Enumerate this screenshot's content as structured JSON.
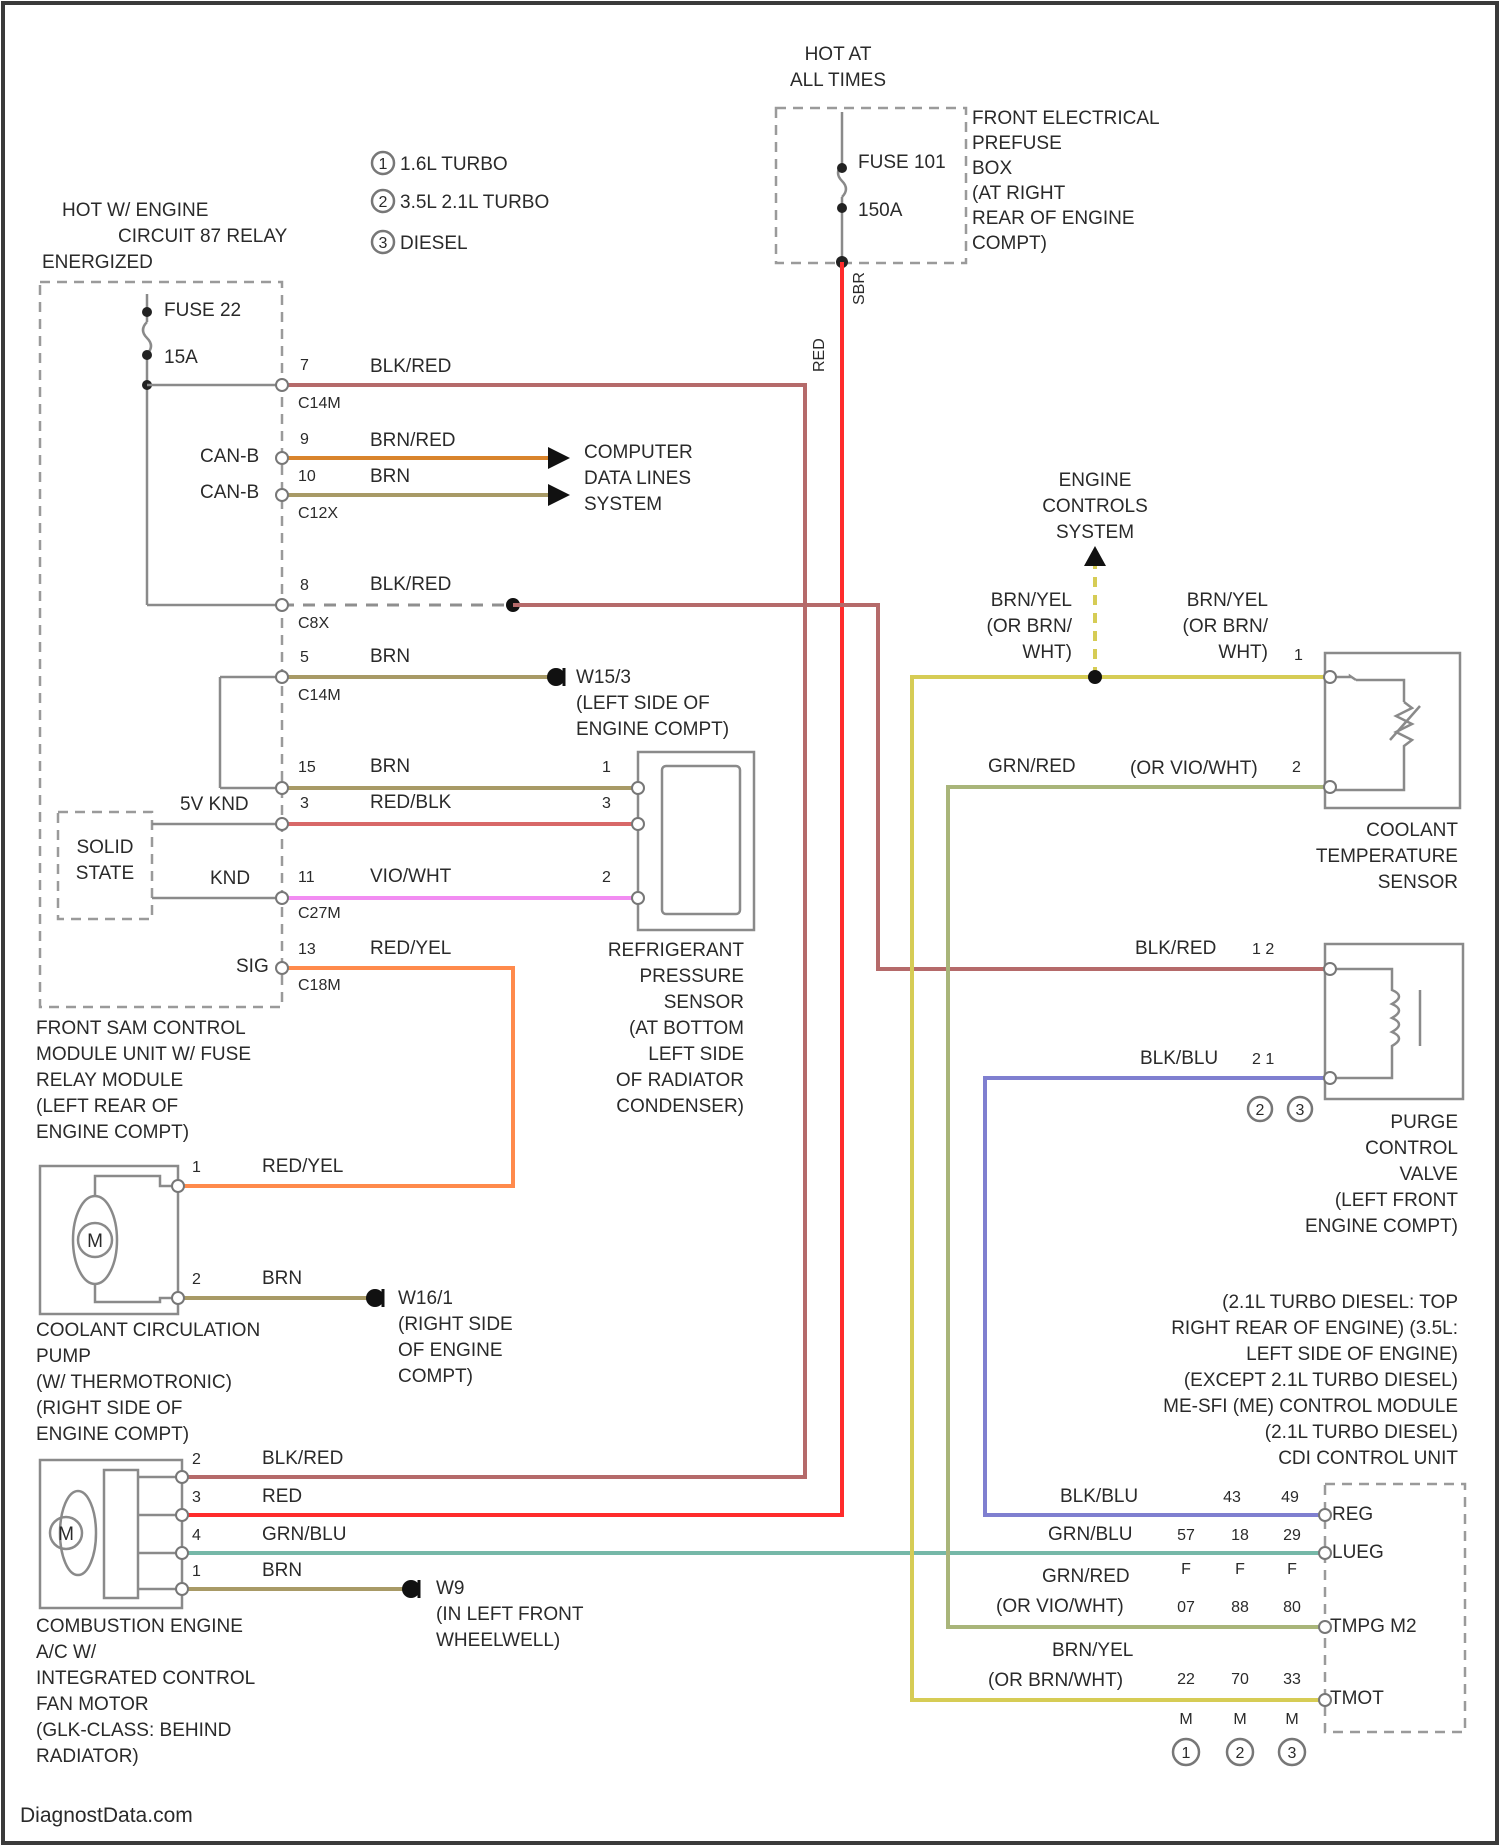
{
  "wire_colors": {
    "blk_red": "#b56a6a",
    "red": "#ff2b2b",
    "brn_red": "#d9842c",
    "brn": "#a89a66",
    "red_blk": "#d86868",
    "vio_wht": "#f28cf2",
    "red_yel": "#ff8a4c",
    "brn_yel": "#d6cc55",
    "grn_red": "#a9b57a",
    "blk_blu": "#7f7fd0",
    "grn_blu": "#76b8a8",
    "gray": "#8f8f8f"
  },
  "header": {
    "hot_at_all_times": [
      "HOT AT",
      "ALL TIMES"
    ],
    "legend": [
      "1.6L TURBO",
      "3.5L 2.1L TURBO",
      "DIESEL"
    ],
    "legend_symbols": [
      "1",
      "2",
      "3"
    ]
  },
  "sam": {
    "hot_label": [
      "HOT W/ ENGINE",
      "CIRCUIT 87 RELAY",
      "ENERGIZED"
    ],
    "fuse_name": "FUSE 22",
    "fuse_rating": "15A",
    "can_b_1": "CAN-B",
    "can_b_2": "CAN-B",
    "v5_knd": "5V KND",
    "knd": "KND",
    "sig": "SIG",
    "solid_state": [
      "SOLID",
      "STATE"
    ],
    "caption": [
      "FRONT SAM CONTROL",
      "MODULE UNIT W/ FUSE",
      "RELAY MODULE",
      "(LEFT REAR OF",
      "ENGINE COMPT)"
    ]
  },
  "prefuse": {
    "fuse_name": "FUSE 101",
    "fuse_rating": "150A",
    "caption": [
      "FRONT ELECTRICAL",
      "PREFUSE",
      "BOX",
      "(AT RIGHT",
      "REAR OF ENGINE",
      "COMPT)"
    ],
    "wire_label": "RED",
    "connector": "SBR"
  },
  "sam_wires": {
    "pin7": "7",
    "w7": "BLK/RED",
    "c1": "C14M",
    "pin9": "9",
    "w9": "BRN/RED",
    "pin10": "10",
    "w10": "BRN",
    "c2": "C12X",
    "pin8": "8",
    "w8": "BLK/RED",
    "c3": "C8X",
    "pin5": "5",
    "w5": "BRN",
    "c4": "C14M",
    "pin15": "15",
    "w15": "BRN",
    "pin3": "3",
    "w3": "RED/BLK",
    "pin11": "11",
    "w11": "VIO/WHT",
    "c5": "C27M",
    "pin13": "13",
    "w13": "RED/YEL",
    "c6": "C18M"
  },
  "data_lines": [
    "COMPUTER",
    "DATA LINES",
    "SYSTEM"
  ],
  "ground1": [
    "W15/3",
    "(LEFT SIDE OF",
    "ENGINE COMPT)"
  ],
  "refrigerant": {
    "pin1": "1",
    "pin3": "3",
    "pin2": "2",
    "caption": [
      "REFRIGERANT",
      "PRESSURE",
      "SENSOR",
      "(AT BOTTOM",
      "LEFT SIDE",
      "OF RADIATOR",
      "CONDENSER)"
    ]
  },
  "ecs": [
    "ENGINE",
    "CONTROLS",
    "SYSTEM"
  ],
  "coolant_sensor": {
    "w_left": [
      "BRN/YEL",
      "(OR BRN/",
      "WHT)"
    ],
    "w_right": [
      "BRN/YEL",
      "(OR BRN/",
      "WHT)"
    ],
    "pin1": "1",
    "w2": "GRN/RED",
    "w2_alt": "(OR VIO/WHT)",
    "pin2": "2",
    "caption": [
      "COOLANT",
      "TEMPERATURE",
      "SENSOR"
    ]
  },
  "purge": {
    "w1": "BLK/RED",
    "w1_pins": "1   2",
    "w2": "BLK/BLU",
    "w2_pins": "2   1",
    "caption": [
      "PURGE",
      "CONTROL",
      "VALVE",
      "(LEFT FRONT",
      "ENGINE COMPT)"
    ]
  },
  "pump": {
    "pin1": "1",
    "w1": "RED/YEL",
    "pin2": "2",
    "w2": "BRN",
    "motor": "M",
    "ground": [
      "W16/1",
      "(RIGHT SIDE",
      "OF ENGINE",
      "COMPT)"
    ],
    "caption": [
      "COOLANT CIRCULATION",
      "PUMP",
      "(W/ THERMOTRONIC)",
      "(RIGHT SIDE OF",
      "ENGINE COMPT)"
    ]
  },
  "fan": {
    "pin2": "2",
    "w2": "BLK/RED",
    "pin3": "3",
    "w3": "RED",
    "pin4": "4",
    "w4": "GRN/BLU",
    "pin1": "1",
    "w1": "BRN",
    "motor": "M",
    "ground": [
      "W9",
      "(IN LEFT FRONT",
      "WHEELWELL)"
    ],
    "caption": [
      "COMBUSTION ENGINE",
      "A/C W/",
      "INTEGRATED CONTROL",
      "FAN MOTOR",
      "(GLK-CLASS: BEHIND",
      "RADIATOR)"
    ]
  },
  "ecm": {
    "caption": [
      "(2.1L TURBO DIESEL: TOP",
      "RIGHT REAR OF ENGINE) (3.5L:",
      "LEFT SIDE OF ENGINE)",
      "(EXCEPT 2.1L TURBO DIESEL)",
      "ME-SFI (ME) CONTROL MODULE",
      "(2.1L TURBO DIESEL)",
      "CDI CONTROL UNIT"
    ],
    "row1_wire": "BLK/BLU",
    "row1_pins": [
      "43",
      "49"
    ],
    "row1_sig": "REG",
    "row2_wire": "GRN/BLU",
    "row2_pins": [
      "57",
      "18",
      "29"
    ],
    "row2_sig": "LUEG",
    "row3_wire": [
      "GRN/RED",
      "(OR VIO/WHT)"
    ],
    "row3_pins_top": [
      "F",
      "F",
      "F"
    ],
    "row3_pins": [
      "07",
      "88",
      "80"
    ],
    "row3_sig": "TMPG M2",
    "row4_wire": [
      "BRN/YEL",
      "(OR BRN/WHT)"
    ],
    "row4_pins": [
      "22",
      "70",
      "33"
    ],
    "row4_sig": "TMOT",
    "connectors": [
      "M",
      "M",
      "M"
    ],
    "symbols": [
      "1",
      "2",
      "3"
    ]
  },
  "purge_symbols": [
    "2",
    "3"
  ],
  "watermark": "DiagnostData.com"
}
